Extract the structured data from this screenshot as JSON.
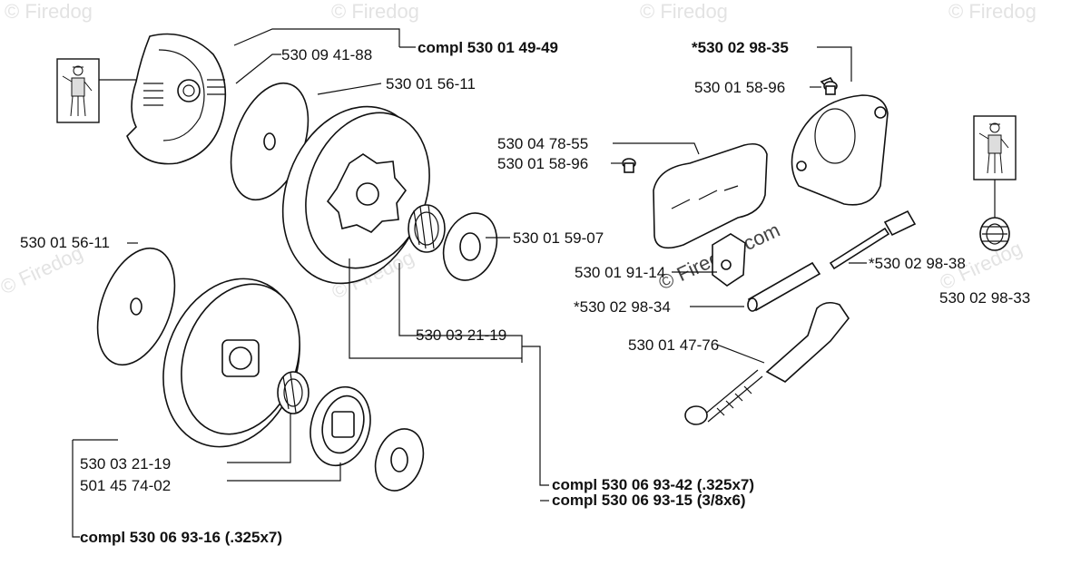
{
  "watermark": "© Firedog",
  "watermark_center": "© Firedog.com",
  "labels": {
    "clutch_shoe": "530 09 41-88",
    "clutch_compl": "compl 530 01 49-49",
    "washer_top": "530 01 56-11",
    "washer_left": "530 01 56-11",
    "bearing_washer": "530 01 59-07",
    "needle_bearing": "530 03 21-19",
    "bearing_left": "530 03 21-19",
    "rim": "501 45 74-02",
    "drum_compl_left": "compl 530 06 93-16 (.325x7)",
    "drum_compl_a": "compl 530 06 93-42 (.325x7)",
    "drum_compl_b": "compl 530 06 93-15 (3/8x6)",
    "pump_compl": "*530 02 98-35",
    "pump_screw": "530 01 58-96",
    "bar_plate": "530 04 78-55",
    "bar_screw": "530 01 58-96",
    "pump_piece": "530 01 91-14",
    "pump_piston": "*530 02 98-34",
    "pump_shaft": "*530 02 98-38",
    "worm_gear": "530 02 98-33",
    "oil_hose": "530 01 47-76"
  },
  "icons": [
    "mechanic-tool-icon",
    "mechanic-tool-icon"
  ]
}
